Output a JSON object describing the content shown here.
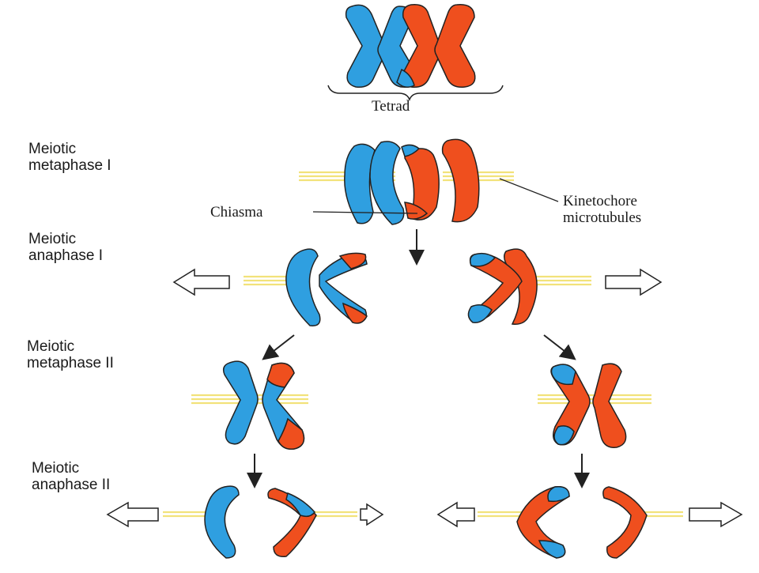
{
  "figure": {
    "colors": {
      "maternal": "#2f9fe0",
      "paternal": "#ef4f1e",
      "outline": "#222222",
      "microtubule": "#f2e27a"
    },
    "labels": {
      "tetrad": "Tetrad",
      "chiasma": "Chiasma",
      "kinetochore_line1": "Kinetochore",
      "kinetochore_line2": "microtubules"
    },
    "stages": [
      {
        "line1": "Meiotic",
        "line2": "metaphase I"
      },
      {
        "line1": "Meiotic",
        "line2": "anaphase I"
      },
      {
        "line1": "Meiotic",
        "line2": "metaphase II"
      },
      {
        "line1": "Meiotic",
        "line2": "anaphase II"
      }
    ]
  }
}
